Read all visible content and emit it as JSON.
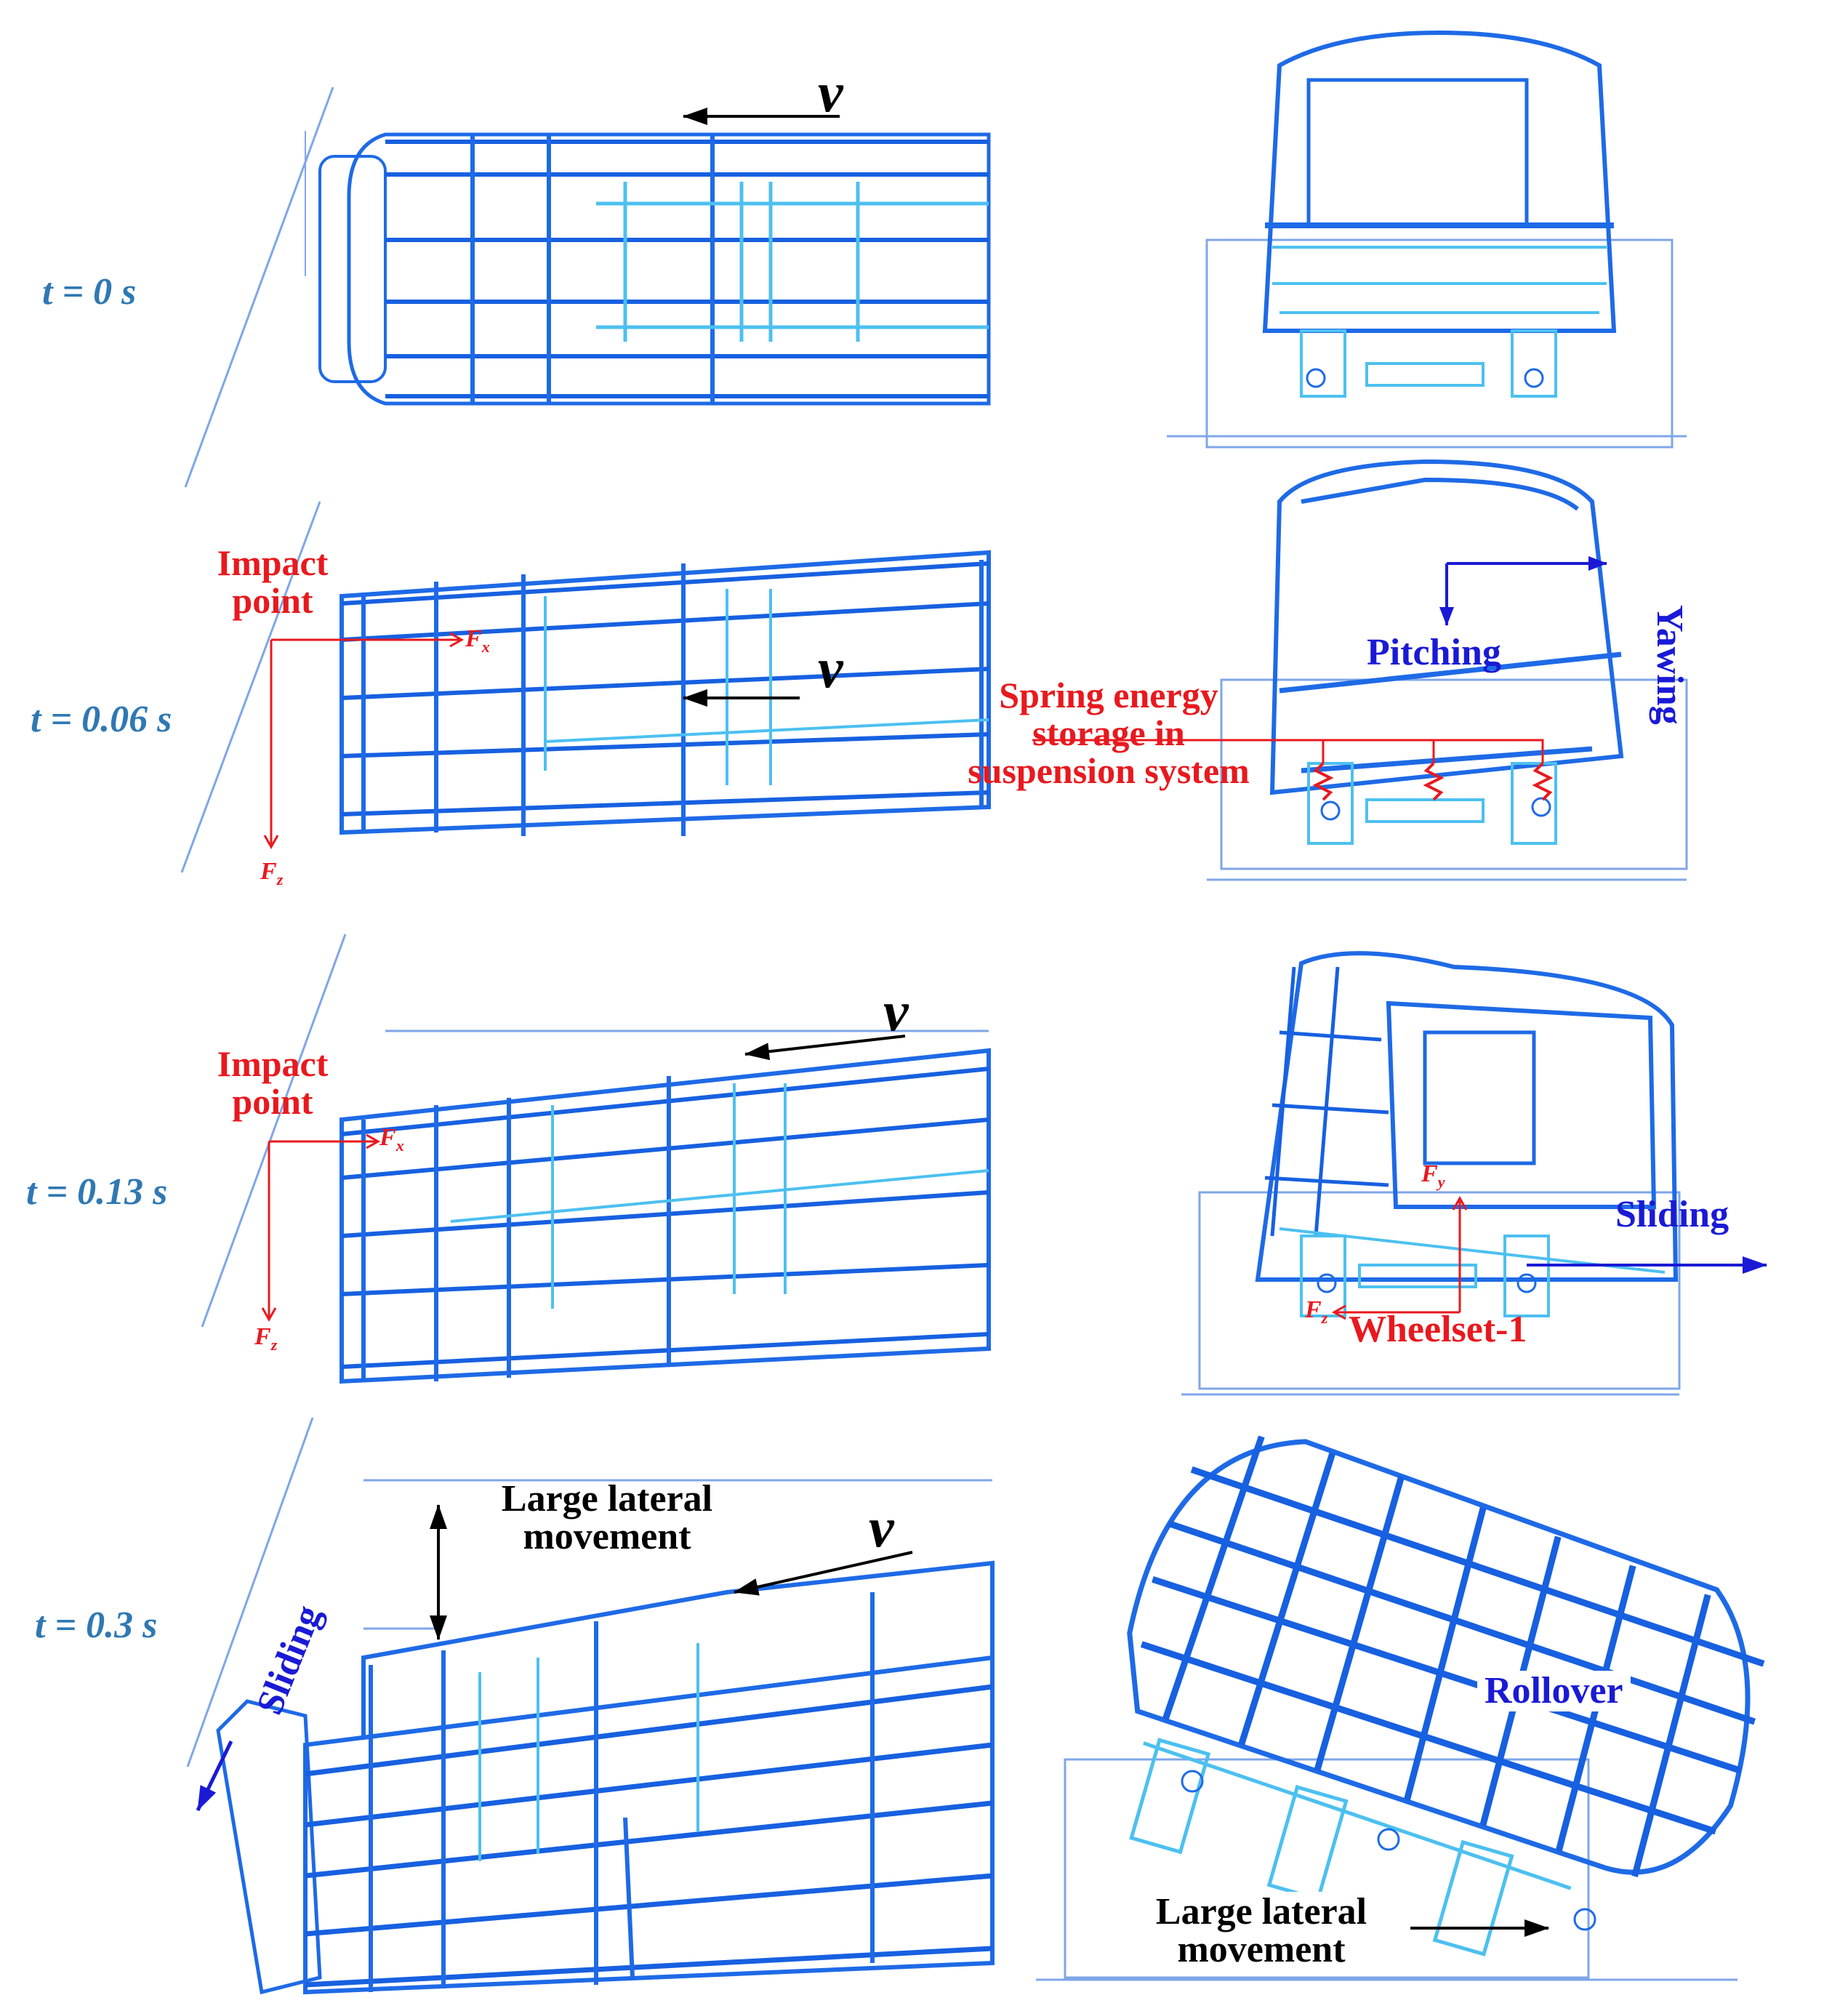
{
  "panels": [
    {
      "time": "t = 0 s"
    },
    {
      "time": "t = 0.06 s"
    },
    {
      "time": "t = 0.13 s"
    },
    {
      "time": "t = 0.3 s"
    }
  ],
  "symbols": {
    "velocity": "v",
    "force_x": "F",
    "force_x_sub": "x",
    "force_y": "F",
    "force_y_sub": "y",
    "force_z": "F",
    "force_z_sub": "z"
  },
  "annotations": {
    "impact_point": "Impact point",
    "spring_energy": "Spring energy storage in suspension system",
    "pitching": "Pitching",
    "yawing": "Yawing",
    "sliding": "Sliding",
    "wheelset": "Wheelset-1",
    "large_lateral_movement": "Large lateral movement",
    "rollover": "Rollover"
  },
  "colors": {
    "structure_dark": "#1e6ae6",
    "structure_light": "#4cc0f0",
    "time_label": "#2f78b3",
    "force_annotation": "#e8191e",
    "motion_annotation": "#1a1ad6",
    "velocity_arrow": "#000000"
  }
}
